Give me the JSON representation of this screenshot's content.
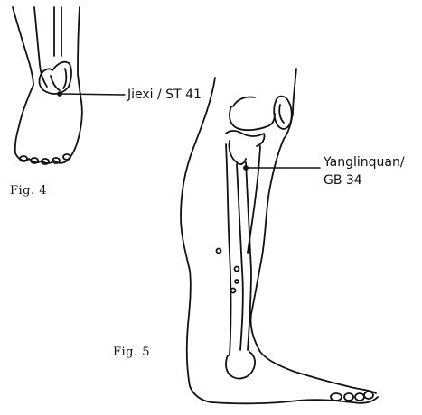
{
  "figures": {
    "fig4": {
      "caption": "Fig. 4",
      "point_label": "Jiexi / ST 41"
    },
    "fig5": {
      "caption": "Fig. 5",
      "point_label_line1": "Yanglinquan/",
      "point_label_line2": "GB 34"
    }
  },
  "colors": {
    "ink": "#111111",
    "background": "#ffffff"
  }
}
